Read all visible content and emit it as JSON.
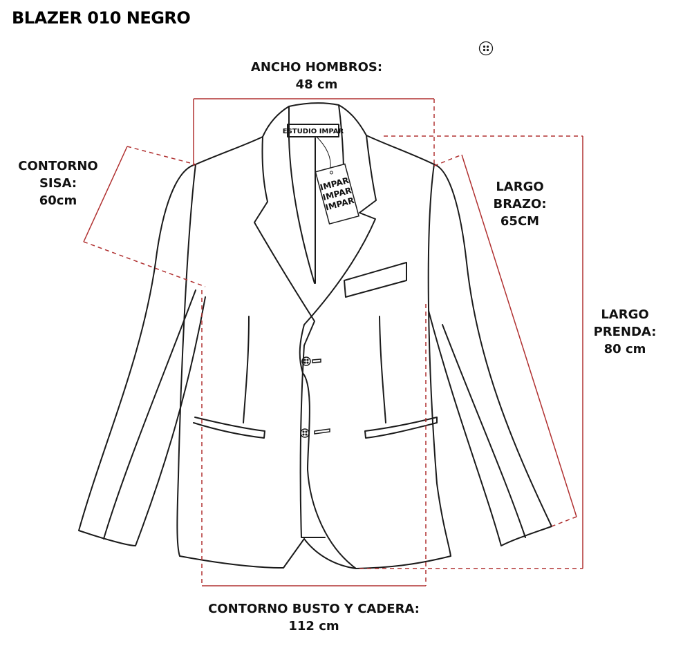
{
  "title": "BLAZER 010 NEGRO",
  "measurements": {
    "shoulder_width": {
      "label": "ANCHO HOMBROS:",
      "value": "48 cm"
    },
    "armhole": {
      "line1": "CONTORNO",
      "line2": "SISA:",
      "value": "60cm"
    },
    "arm_length": {
      "line1": "LARGO",
      "line2": "BRAZO:",
      "value": "65CM"
    },
    "garment_length": {
      "line1": "LARGO",
      "line2": "PRENDA:",
      "value": "80 cm"
    },
    "bust_hip": {
      "label": "CONTORNO BUSTO Y CADERA:",
      "value": "112 cm"
    }
  },
  "garment": {
    "brand_label": "ESTUDIO IMPAR",
    "hang_tag": [
      "IMPAR",
      "IMPAR",
      "IMPAR"
    ]
  },
  "colors": {
    "outline": "#1a1a1a",
    "measure_line": "#b03030"
  }
}
